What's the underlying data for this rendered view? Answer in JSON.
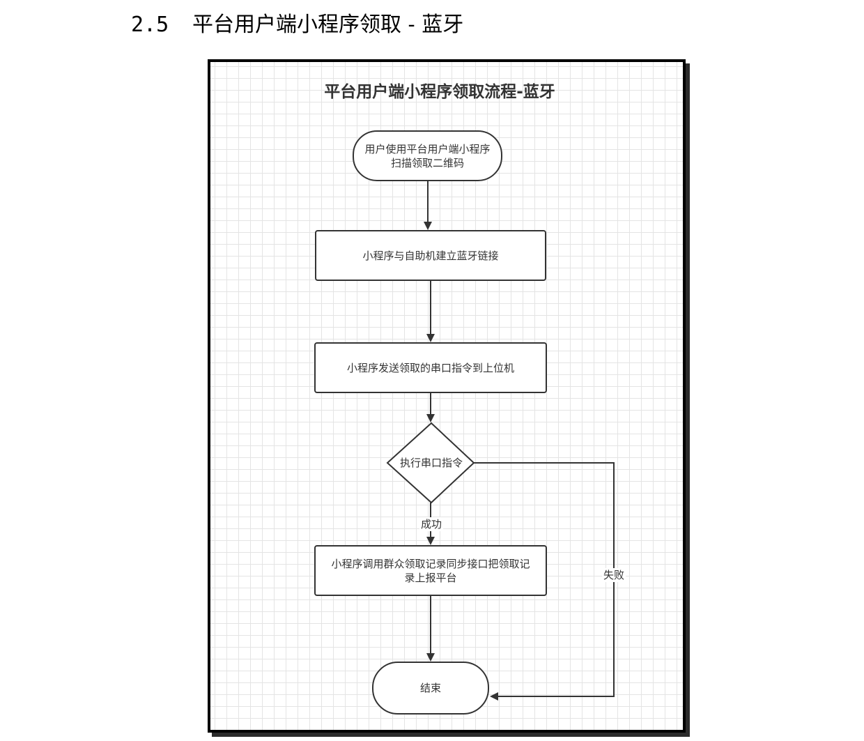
{
  "heading": {
    "number": "2.5",
    "text": "平台用户端小程序领取 - 蓝牙"
  },
  "diagram": {
    "title": "平台用户端小程序领取流程-蓝牙",
    "nodes": {
      "start": {
        "line1": "用户使用平台用户端小程序",
        "line2": "扫描领取二维码"
      },
      "connect": "小程序与自助机建立蓝牙链接",
      "send": "小程序发送领取的串口指令到上位机",
      "decision": "执行串口指令",
      "report": {
        "line1": "小程序调用群众领取记录同步接口把领取记",
        "line2": "录上报平台"
      },
      "end": "结束"
    },
    "edges": {
      "success": "成功",
      "fail": "失败"
    }
  },
  "colors": {
    "stroke": "#333333",
    "grid": "#e4e4e4",
    "frame": "#000000"
  }
}
